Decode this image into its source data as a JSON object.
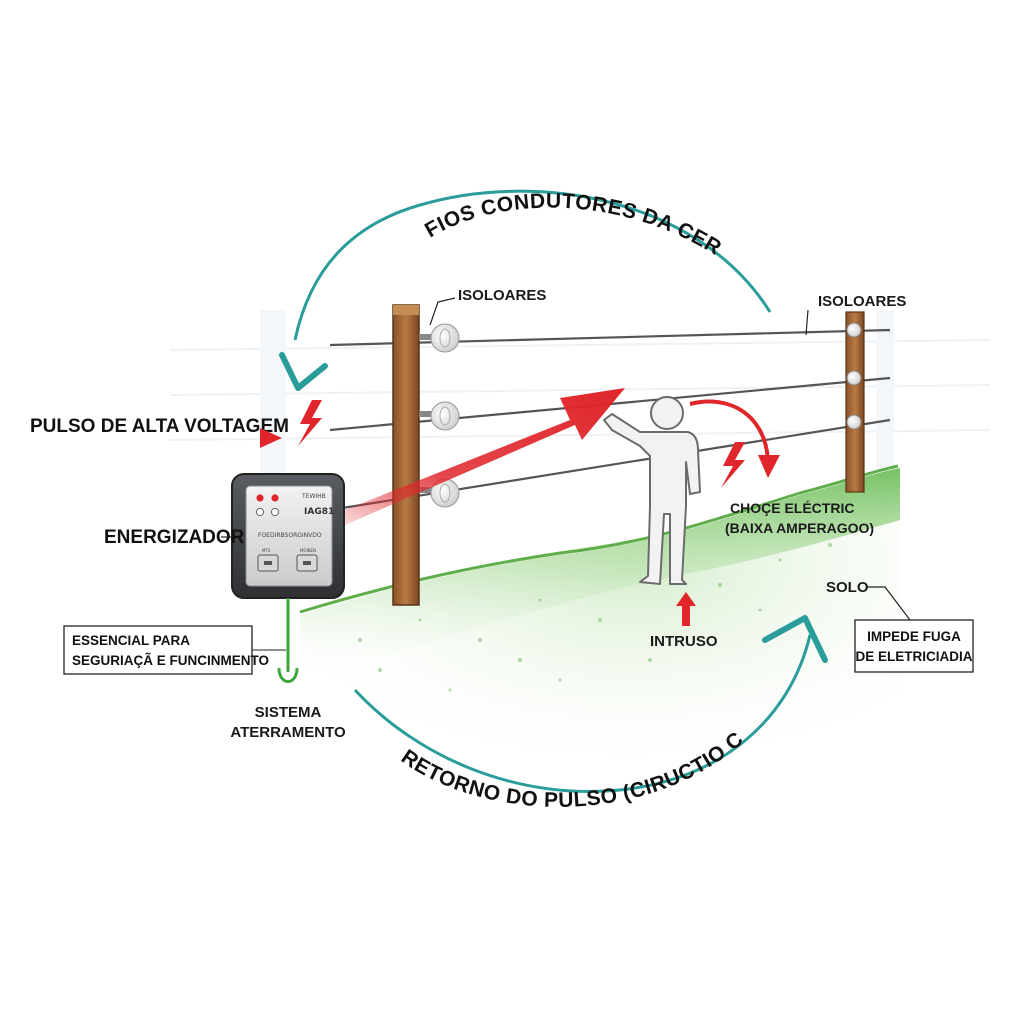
{
  "labels": {
    "top_arc": "FIOS CONDUTORES DA CERCA",
    "bottom_arc": "RETORNO DO PULSO (CIRUCTIO COMPLETO)",
    "pulse": "PULSO DE ALTA VOLTAGEM",
    "energizer": "ENERGIZADOR",
    "insulators_left": "ISOLOARES",
    "insulators_right": "ISOLOARES",
    "shock_line1": "CHOÇE ELÉCTRIC",
    "shock_line2": "(BAIXA AMPERAGOO)",
    "intruder": "INTRUSO",
    "soil": "SOLO",
    "soil_note_line1": "IMPEDE FUGA",
    "soil_note_line2": "DE ELETRICIADIA",
    "ground_note_line1": "ESSENCIAL PARA",
    "ground_note_line2": "SEGURIAÇÃ E FUNCINMENTO",
    "grounding_line1": "SISTEMA",
    "grounding_line2": "ATERRAMENTO"
  },
  "energizer_device": {
    "brand": "TEWIHB",
    "model": "IAG81",
    "panel_text": "FOEDIRBSORGINVDO",
    "button_left_label": "MTS",
    "button_right_label": "MOIBEN"
  },
  "colors": {
    "circuit_arrow": "#2a9d9a",
    "pulse_red": "#e0262b",
    "ground_green": "#3aa63a",
    "grass": "#7cc46a",
    "post": "#a5673a",
    "wire": "#555555"
  },
  "icons": {
    "lightning": "lightning-bolt-icon",
    "person": "person-icon"
  }
}
